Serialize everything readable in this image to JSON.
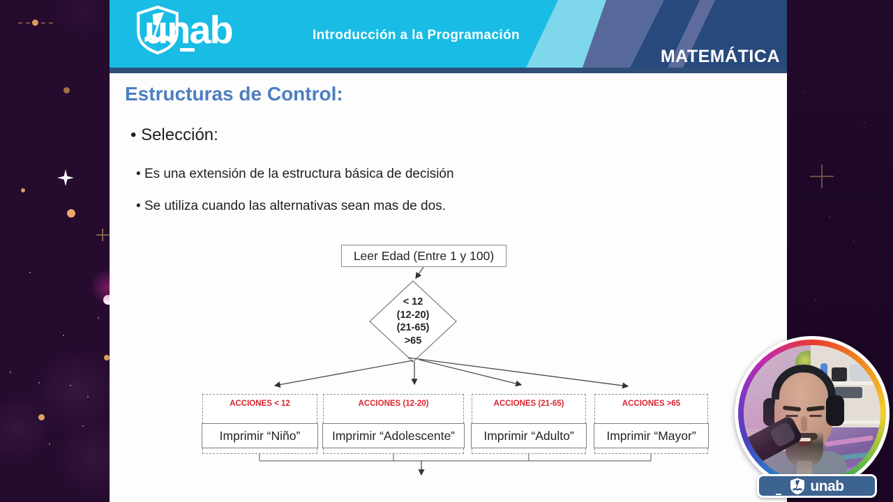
{
  "header": {
    "logo_text": "unab",
    "course_title": "Introducción a la Programación",
    "department": "MATEMÁTICA"
  },
  "slide": {
    "title": "Estructuras de Control:",
    "bullet": "Selección:",
    "sub_bullets": [
      "Es una extensión de la estructura básica de decisión",
      "Se utiliza cuando las alternativas sean mas de dos."
    ],
    "flowchart": {
      "start": "Leer Edad (Entre 1 y 100)",
      "decision": [
        "< 12",
        "(12-20)",
        "(21-65)",
        ">65"
      ],
      "branches": [
        {
          "label": "ACCIONES < 12",
          "action": "Imprimir “Niño”"
        },
        {
          "label": "ACCIONES (12-20)",
          "action": "Imprimir “Adolescente”"
        },
        {
          "label": "ACCIONES (21-65)",
          "action": "Imprimir “Adulto”"
        },
        {
          "label": "ACCIONES >65",
          "action": "Imprimir “Mayor”"
        }
      ]
    }
  },
  "webcam": {
    "badge_logo_text": "unab"
  },
  "colors": {
    "header_cyan": "#19bce4",
    "header_navy": "#28497b",
    "header_strip": "#2f4e78",
    "title_blue": "#4d7ebf",
    "action_red": "#d8242f",
    "background_purple": "#250b2e"
  }
}
